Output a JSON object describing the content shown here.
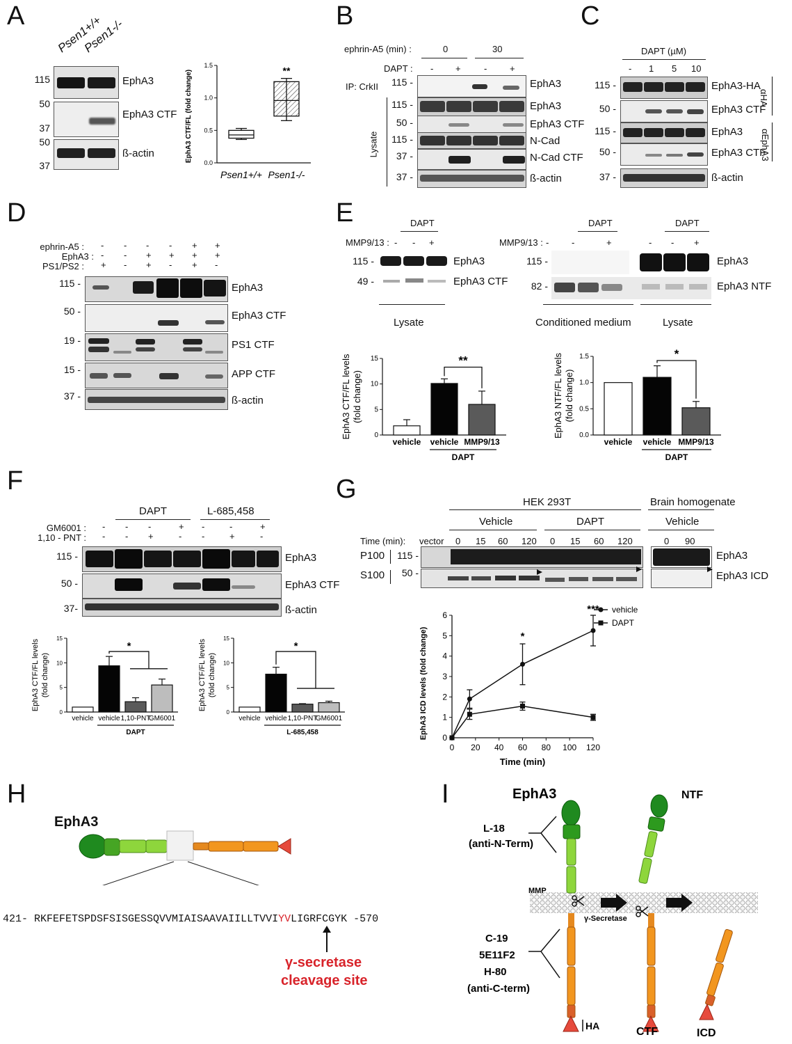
{
  "panels": {
    "A": {
      "letter": "A",
      "lanes": [
        "Psen1+/+",
        "Psen1-/-"
      ],
      "blots": [
        {
          "mw": [
            "115"
          ],
          "label": "EphA3"
        },
        {
          "mw": [
            "50",
            "37"
          ],
          "label": "EphA3 CTF"
        },
        {
          "mw": [
            "50",
            "37"
          ],
          "label": "ß-actin"
        }
      ],
      "chart": {
        "ylabel": "EphA3 CTF/FL (fold change)",
        "yticks": [
          "0.0",
          "0.5",
          "1.0",
          "1.5"
        ],
        "xlabels": [
          "Psen1+/+",
          "Psen1-/-"
        ],
        "sig": "**"
      }
    },
    "B": {
      "letter": "B",
      "ephrin_label": "ephrin-A5 (min) :",
      "ephrin_groups": [
        "0",
        "30"
      ],
      "dapt_label": "DAPT :",
      "dapt_signs": [
        "-",
        "+",
        "-",
        "+"
      ],
      "ip_label": "IP: CrkII",
      "lysate_label": "Lysate",
      "blots": [
        {
          "mw": "115 -",
          "label": "EphA3"
        },
        {
          "mw": "115 -",
          "label": "EphA3"
        },
        {
          "mw": "50 -",
          "label": "EphA3 CTF"
        },
        {
          "mw": "115 -",
          "label": "N-Cad"
        },
        {
          "mw": "37 -",
          "label": "N-Cad CTF"
        },
        {
          "mw": "37 -",
          "label": "ß-actin"
        }
      ]
    },
    "C": {
      "letter": "C",
      "dapt_label": "DAPT (µM)",
      "conc": [
        "-",
        "1",
        "5",
        "10"
      ],
      "blots": [
        {
          "mw": "115 -",
          "label": "EphA3-HA"
        },
        {
          "mw": "50 -",
          "label": "EphA3 CTF"
        },
        {
          "mw": "115 -",
          "label": "EphA3"
        },
        {
          "mw": "50 -",
          "label": "EphA3 CTF"
        },
        {
          "mw": "37 -",
          "label": "ß-actin"
        }
      ],
      "side_labels": [
        "αHA",
        "αEphA3"
      ]
    },
    "D": {
      "letter": "D",
      "rows": [
        {
          "label": "ephrin-A5 :",
          "signs": [
            "-",
            "-",
            "-",
            "-",
            "+",
            "+"
          ]
        },
        {
          "label": "EphA3 :",
          "signs": [
            "-",
            "-",
            "+",
            "+",
            "+",
            "+"
          ]
        },
        {
          "label": "PS1/PS2 :",
          "signs": [
            "+",
            "-",
            "+",
            "-",
            "+",
            "-"
          ]
        }
      ],
      "blots": [
        {
          "mw": "115 -",
          "label": "EphA3"
        },
        {
          "mw": "50 -",
          "label": "EphA3 CTF"
        },
        {
          "mw": "19 -",
          "label": "PS1 CTF"
        },
        {
          "mw": "15 -",
          "label": "APP CTF"
        },
        {
          "mw": "37 -",
          "label": "ß-actin"
        }
      ]
    },
    "E": {
      "letter": "E",
      "dapt": "DAPT",
      "mmp_label": "MMP9/13 :",
      "left_signs": [
        "-",
        "-",
        "+"
      ],
      "right_signs": [
        "-",
        "-",
        "+",
        "-",
        "-",
        "+"
      ],
      "left_blots": [
        {
          "mw": "115 -",
          "label": "EphA3"
        },
        {
          "mw": "49 -",
          "label": "EphA3 CTF"
        }
      ],
      "right_blots": [
        {
          "mw": "115 -",
          "label": "EphA3"
        },
        {
          "mw": "82 -",
          "label": "EphA3 NTF"
        }
      ],
      "lysate": "Lysate",
      "conditioned": "Conditioned medium",
      "chart_left": {
        "ylabel1": "EphA3 CTF/FL levels",
        "ylabel2": "(fold change)",
        "yticks": [
          "0",
          "5",
          "10",
          "15"
        ],
        "cats": [
          "vehicle",
          "vehicle",
          "MMP9/13"
        ],
        "group": "DAPT",
        "sig": "**"
      },
      "chart_right": {
        "ylabel1": "EphA3 NTF/FL levels",
        "ylabel2": "(fold change)",
        "yticks": [
          "0.0",
          "0.5",
          "1.0",
          "1.5"
        ],
        "cats": [
          "vehicle",
          "vehicle",
          "MMP9/13"
        ],
        "group": "DAPT",
        "sig": "*"
      }
    },
    "F": {
      "letter": "F",
      "groups": [
        "DAPT",
        "L-685,458"
      ],
      "rows": [
        {
          "label": "GM6001 :",
          "signs": [
            "-",
            "-",
            "-",
            "+",
            "-",
            "-",
            "+"
          ]
        },
        {
          "label": "1,10 - PNT :",
          "signs": [
            "-",
            "-",
            "+",
            "-",
            "-",
            "+",
            "-"
          ]
        }
      ],
      "blots": [
        {
          "mw": "115 -",
          "label": "EphA3"
        },
        {
          "mw": "50 -",
          "label": "EphA3 CTF"
        },
        {
          "mw": "37-",
          "label": "ß-actin"
        }
      ],
      "chart_left": {
        "ylabel1": "EphA3 CTF/FL levels",
        "ylabel2": "(fold change)",
        "yticks": [
          "0",
          "5",
          "10",
          "15"
        ],
        "cats": [
          "vehicle",
          "vehicle",
          "1,10-PNT",
          "GM6001"
        ],
        "group": "DAPT",
        "sig": "*"
      },
      "chart_right": {
        "ylabel1": "EphA3 CTF/FL levels",
        "ylabel2": "(fold change)",
        "yticks": [
          "0",
          "5",
          "10",
          "15"
        ],
        "cats": [
          "vehicle",
          "vehicle",
          "1,10-PNT",
          "GM6001"
        ],
        "group": "L-685,458",
        "sig": "*"
      }
    },
    "G": {
      "letter": "G",
      "hek": "HEK 293T",
      "brain": "Brain homogenate",
      "vehicle": "Vehicle",
      "dapt": "DAPT",
      "time_label": "Time (min):",
      "vector": "vector",
      "times": [
        "0",
        "15",
        "60",
        "120",
        "0",
        "15",
        "60",
        "120"
      ],
      "brain_times": [
        "0",
        "90"
      ],
      "p100": "P100",
      "s100": "S100",
      "mw1": "115 -",
      "mw2": "50 -",
      "blot_labels": [
        "EphA3",
        "EphA3 ICD"
      ],
      "chart": {
        "ylabel": "EphA3 ICD levels (fold change)",
        "xlabel": "Time (min)",
        "yticks": [
          "0",
          "1",
          "2",
          "3",
          "4",
          "5",
          "6"
        ],
        "xticks": [
          "0",
          "20",
          "40",
          "60",
          "80",
          "100",
          "120"
        ],
        "legend": [
          "vehicle",
          "DAPT"
        ],
        "sig60": "*",
        "sig120": "***"
      }
    },
    "H": {
      "letter": "H",
      "title": "EphA3",
      "seq_start": "421-",
      "seq_a": " RKFEFETSPDSFSISGESSQVVMIAISAAVAIILLTVVI",
      "seq_red": "YV",
      "seq_b": "LIGRFCGYK",
      "seq_end": " -570",
      "cleavage1": "γ-secretase",
      "cleavage2": "cleavage site"
    },
    "I": {
      "letter": "I",
      "title": "EphA3",
      "ntf": "NTF",
      "nterm1": "L-18",
      "nterm2": "(anti-N-Term)",
      "mmp": "MMP",
      "gsec": "γ-Secretase",
      "cterm": [
        "C-19",
        "5E11F2",
        "H-80",
        "(anti-C-term)"
      ],
      "ha": "HA",
      "ctf": "CTF",
      "icd": "ICD"
    }
  },
  "chart_data": [
    {
      "type": "box",
      "panel": "A",
      "ylabel": "EphA3 CTF/FL (fold change)",
      "categories": [
        "Psen1+/+",
        "Psen1-/-"
      ],
      "ylim": [
        0,
        1.5
      ],
      "boxes": [
        {
          "name": "Psen1+/+",
          "min": 0.36,
          "q1": 0.38,
          "median": 0.43,
          "q3": 0.5,
          "max": 0.53
        },
        {
          "name": "Psen1-/-",
          "min": 0.65,
          "q1": 0.72,
          "median": 0.96,
          "q3": 1.25,
          "max": 1.3
        }
      ]
    },
    {
      "type": "bar",
      "panel": "E-left",
      "ylabel": "EphA3 CTF/FL levels (fold change)",
      "categories": [
        "vehicle",
        "vehicle",
        "MMP9/13"
      ],
      "values": [
        1.8,
        10.1,
        6.0
      ],
      "errors": [
        1.2,
        0.9,
        2.6
      ],
      "ylim": [
        0,
        15
      ]
    },
    {
      "type": "bar",
      "panel": "E-right",
      "ylabel": "EphA3 NTF/FL levels (fold change)",
      "categories": [
        "vehicle",
        "vehicle",
        "MMP9/13"
      ],
      "values": [
        1.0,
        1.1,
        0.52
      ],
      "errors": [
        0,
        0.22,
        0.12
      ],
      "ylim": [
        0,
        1.5
      ]
    },
    {
      "type": "bar",
      "panel": "F-left",
      "ylabel": "EphA3 CTF/FL levels (fold change)",
      "categories": [
        "vehicle",
        "vehicle",
        "1,10-PNT",
        "GM6001"
      ],
      "values": [
        1.0,
        9.4,
        2.1,
        5.5
      ],
      "errors": [
        0,
        1.9,
        0.8,
        1.2
      ],
      "ylim": [
        0,
        15
      ]
    },
    {
      "type": "bar",
      "panel": "F-right",
      "ylabel": "EphA3 CTF/FL levels (fold change)",
      "categories": [
        "vehicle",
        "vehicle",
        "1,10-PNT",
        "GM6001"
      ],
      "values": [
        1.0,
        7.7,
        1.6,
        1.9
      ],
      "errors": [
        0,
        1.4,
        0.1,
        0.3
      ],
      "ylim": [
        0,
        15
      ]
    },
    {
      "type": "line",
      "panel": "G",
      "xlabel": "Time (min)",
      "ylabel": "EphA3 ICD levels (fold change)",
      "x": [
        0,
        15,
        60,
        120
      ],
      "xlim": [
        0,
        120
      ],
      "ylim": [
        0,
        6
      ],
      "series": [
        {
          "name": "vehicle",
          "values": [
            0,
            1.9,
            3.6,
            5.25
          ],
          "errors": [
            0,
            0.45,
            1.0,
            0.75
          ]
        },
        {
          "name": "DAPT",
          "values": [
            0,
            1.15,
            1.55,
            1.0
          ],
          "errors": [
            0,
            0.25,
            0.2,
            0.15
          ]
        }
      ]
    }
  ]
}
